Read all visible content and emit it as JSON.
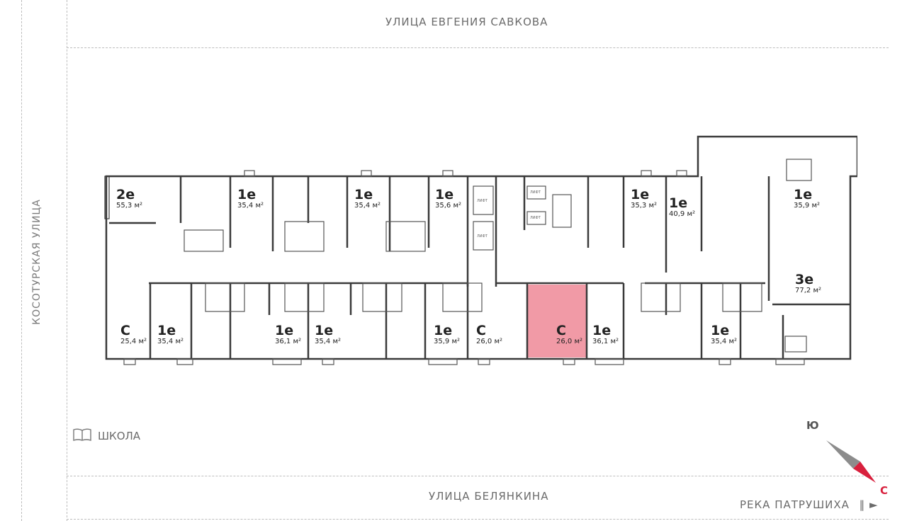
{
  "streets": {
    "top": "УЛИЦА ЕВГЕНИЯ САВКОВА",
    "bottom": "УЛИЦА БЕЛЯНКИНА",
    "left": "КОСОТУРСКАЯ УЛИЦА"
  },
  "landmarks": {
    "school": "ШКОЛА",
    "river": "РЕКА ПАТРУШИХА"
  },
  "compass": {
    "north_label": "С",
    "south_label": "Ю"
  },
  "elevator_label": "ЛИФТ",
  "colors": {
    "highlight": "#f08f9c",
    "north": "#d8203d",
    "south": "#8c8c8c",
    "wall": "#3a3a3a"
  },
  "apartments": [
    {
      "type": "2е",
      "area": "55,3 м²"
    },
    {
      "type": "1е",
      "area": "35,4 м²"
    },
    {
      "type": "1е",
      "area": "35,4 м²"
    },
    {
      "type": "1е",
      "area": "35,6 м²"
    },
    {
      "type": "1е",
      "area": "35,3 м²"
    },
    {
      "type": "1е",
      "area": "40,9 м²"
    },
    {
      "type": "1е",
      "area": "35,9 м²"
    },
    {
      "type": "3е",
      "area": "77,2 м²"
    },
    {
      "type": "С",
      "area": "25,4 м²"
    },
    {
      "type": "1е",
      "area": "35,4 м²"
    },
    {
      "type": "1е",
      "area": "36,1 м²"
    },
    {
      "type": "1е",
      "area": "35,4 м²"
    },
    {
      "type": "1е",
      "area": "35,9 м²"
    },
    {
      "type": "С",
      "area": "26,0 м²"
    },
    {
      "type": "С",
      "area": "26,0 м²",
      "highlighted": true
    },
    {
      "type": "1е",
      "area": "36,1 м²"
    },
    {
      "type": "1е",
      "area": "35,4 м²"
    }
  ]
}
